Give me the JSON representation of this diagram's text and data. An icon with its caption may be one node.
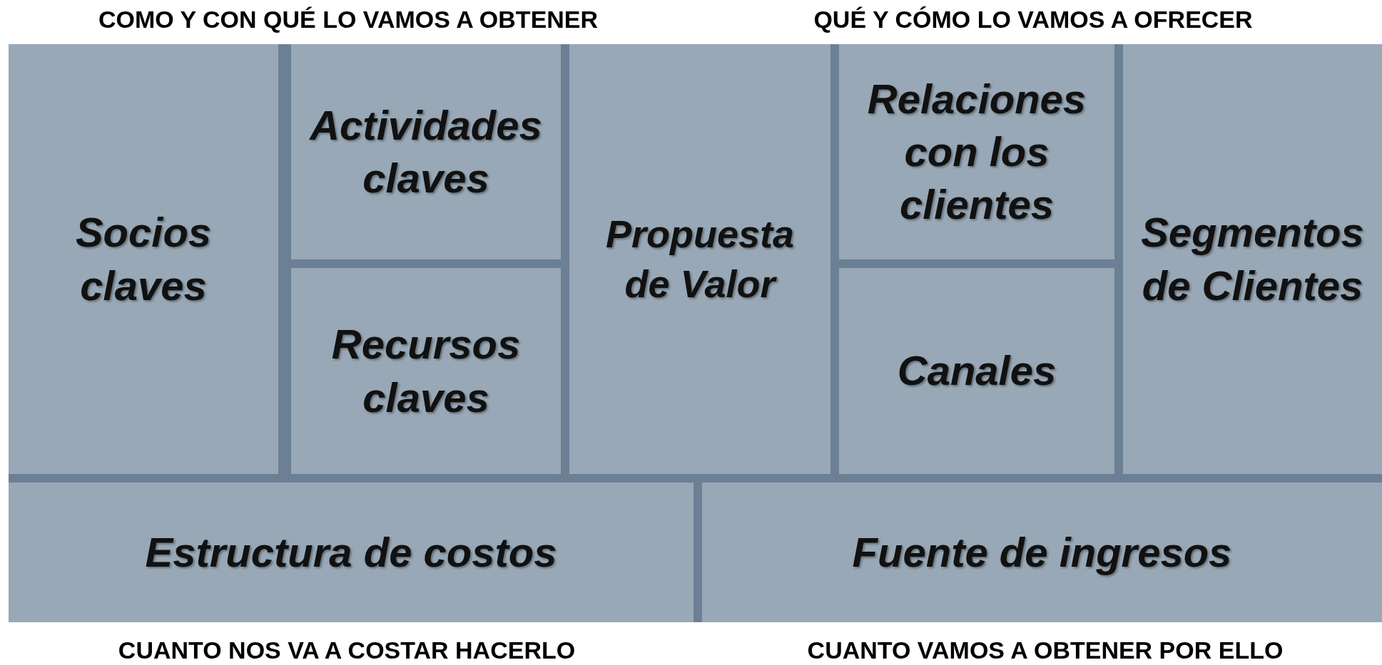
{
  "diagram": {
    "nodes": [
      {
        "text": [
          "Socios claves"
        ]
      },
      {
        "text": [
          "Actividades claves"
        ]
      },
      {
        "text": [
          "Recursos claves"
        ]
      },
      {
        "text": [
          "Propuesta de Valor"
        ]
      },
      {
        "text": [
          "Relaciones con los clientes"
        ]
      },
      {
        "text": [
          "Canales"
        ]
      },
      {
        "text": [
          "Segmentos de Clientes"
        ]
      },
      {
        "text": [
          "Estructura de costos"
        ]
      },
      {
        "text": [
          "Fuente de ingresos"
        ]
      }
    ],
    "edges": [],
    "labels": [
      "COMO Y CON QUÉ LO VAMOS A OBTENER",
      "QUÉ Y CÓMO LO VAMOS A OFRECER",
      "CUANTO NOS VA A COSTAR HACERLO",
      "CUANTO VAMOS A OBTENER POR ELLO"
    ]
  }
}
